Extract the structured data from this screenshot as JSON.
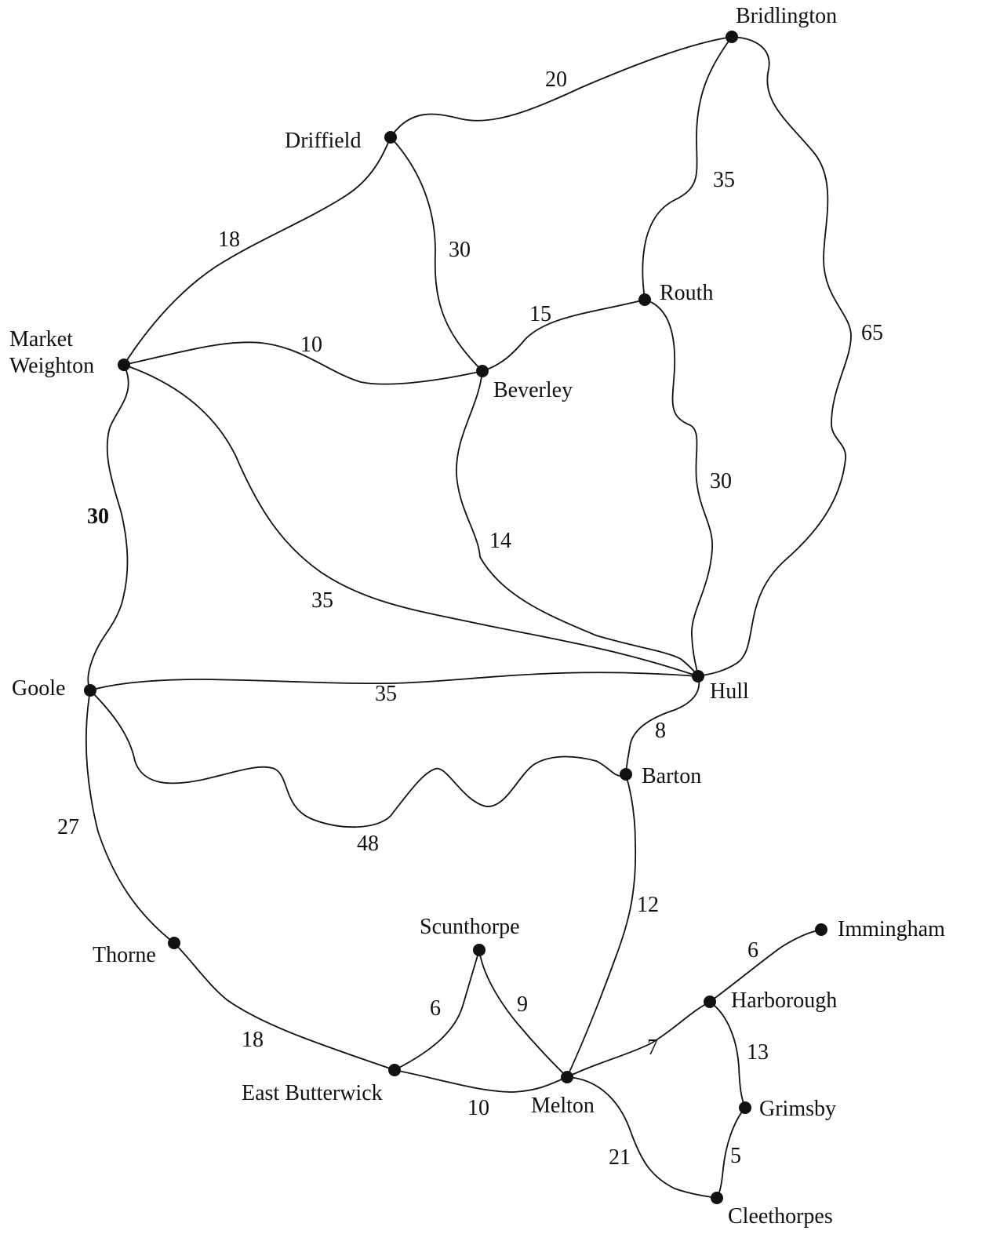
{
  "nodes": {
    "bridlington": "Bridlington",
    "driffield": "Driffield",
    "routh": "Routh",
    "market_weighton_line1": "Market",
    "market_weighton_line2": "Weighton",
    "beverley": "Beverley",
    "goole": "Goole",
    "hull": "Hull",
    "barton": "Barton",
    "thorne": "Thorne",
    "scunthorpe": "Scunthorpe",
    "immingham": "Immingham",
    "harborough": "Harborough",
    "east_butterwick": "East Butterwick",
    "melton": "Melton",
    "grimsby": "Grimsby",
    "cleethorpes": "Cleethorpes"
  },
  "edges": [
    {
      "from": "Driffield",
      "to": "Bridlington",
      "weight": "20"
    },
    {
      "from": "Routh",
      "to": "Bridlington",
      "weight": "35"
    },
    {
      "from": "Bridlington",
      "to": "Hull",
      "weight": "65"
    },
    {
      "from": "Market Weighton",
      "to": "Driffield",
      "weight": "18"
    },
    {
      "from": "Driffield",
      "to": "Beverley",
      "weight": "30"
    },
    {
      "from": "Beverley",
      "to": "Routh",
      "weight": "15"
    },
    {
      "from": "Market Weighton",
      "to": "Beverley",
      "weight": "10"
    },
    {
      "from": "Routh",
      "to": "Hull",
      "weight": "30"
    },
    {
      "from": "Market Weighton",
      "to": "Goole",
      "weight": "30"
    },
    {
      "from": "Beverley",
      "to": "Hull",
      "weight": "14"
    },
    {
      "from": "Market Weighton",
      "to": "Hull",
      "weight": "35"
    },
    {
      "from": "Goole",
      "to": "Hull",
      "weight": "35"
    },
    {
      "from": "Hull",
      "to": "Barton",
      "weight": "8"
    },
    {
      "from": "Goole",
      "to": "Thorne",
      "weight": "27"
    },
    {
      "from": "Goole",
      "to": "Barton",
      "weight": "48"
    },
    {
      "from": "Barton",
      "to": "Melton",
      "weight": "12"
    },
    {
      "from": "Harborough",
      "to": "Immingham",
      "weight": "6"
    },
    {
      "from": "East Butterwick",
      "to": "Scunthorpe",
      "weight": "6"
    },
    {
      "from": "Scunthorpe",
      "to": "Melton",
      "weight": "9"
    },
    {
      "from": "Thorne",
      "to": "East Butterwick",
      "weight": "18"
    },
    {
      "from": "Melton",
      "to": "Harborough",
      "weight": "7"
    },
    {
      "from": "Harborough",
      "to": "Grimsby",
      "weight": "13"
    },
    {
      "from": "East Butterwick",
      "to": "Melton",
      "weight": "10"
    },
    {
      "from": "Grimsby",
      "to": "Cleethorpes",
      "weight": "5"
    },
    {
      "from": "Melton",
      "to": "Cleethorpes",
      "weight": "21"
    }
  ]
}
